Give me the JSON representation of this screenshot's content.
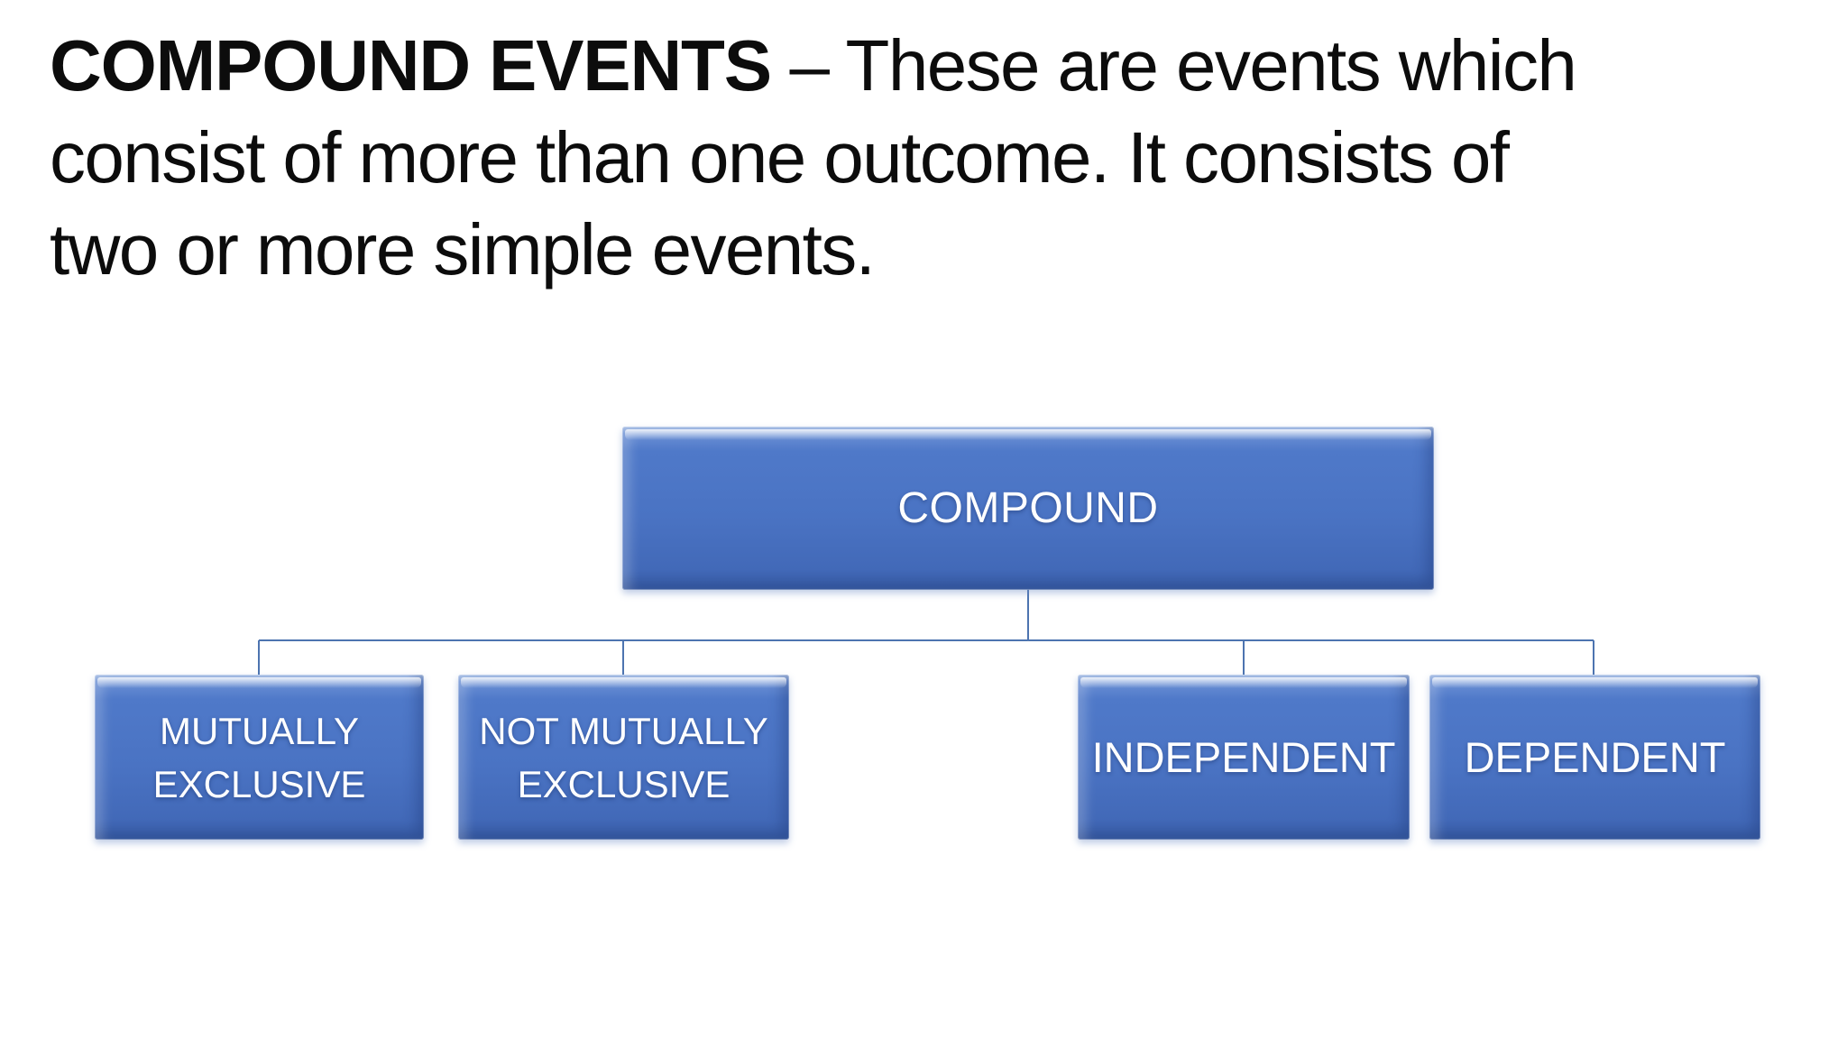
{
  "slide": {
    "background_color": "#ffffff",
    "title": {
      "bold": "COMPOUND EVENTS",
      "rest": " – These are events which\nconsist of more than one outcome. It consists of\ntwo or more simple events.",
      "color": "#0c0c0c"
    },
    "diagram": {
      "type": "hierarchy",
      "root": {
        "label": "COMPOUND"
      },
      "children": [
        {
          "label": "MUTUALLY EXCLUSIVE"
        },
        {
          "label": "NOT MUTUALLY EXCLUSIVE"
        },
        {
          "label": "INDEPENDENT"
        },
        {
          "label": "DEPENDENT"
        }
      ],
      "node_fill": "#4a74c4",
      "node_fill_top": "#6e93d8",
      "node_fill_bottom": "#3c64af",
      "node_text_color": "#ffffff",
      "connector_color": "#4d74b0"
    }
  }
}
